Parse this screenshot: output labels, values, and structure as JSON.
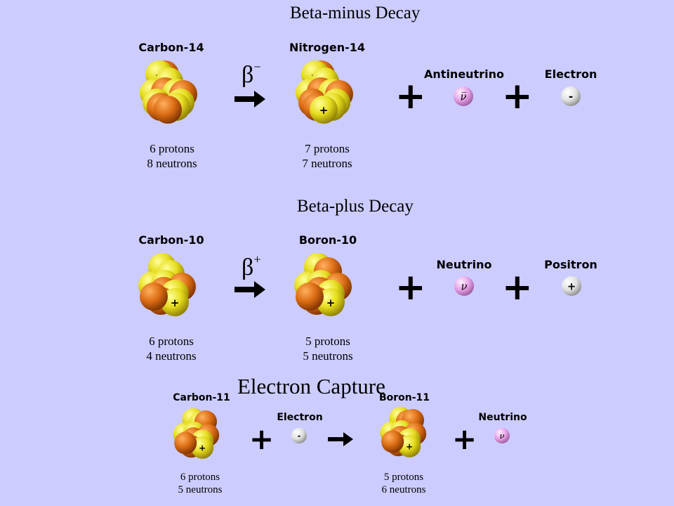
{
  "beta_minus": {
    "title": "Beta-minus Decay",
    "parent": {
      "label": "Carbon-14",
      "counts": [
        "6 protons",
        "8 neutrons"
      ]
    },
    "decay_symbol": "β",
    "decay_sign": "−",
    "daughter": {
      "label": "Nitrogen-14",
      "counts": [
        "7 protons",
        "7 neutrons"
      ]
    },
    "product1": {
      "label": "Antineutrino",
      "symbol": "ν̅"
    },
    "product2": {
      "label": "Electron",
      "symbol": "-"
    }
  },
  "beta_plus": {
    "title": "Beta-plus Decay",
    "parent": {
      "label": "Carbon-10",
      "counts": [
        "6 protons",
        "4 neutrons"
      ]
    },
    "decay_symbol": "β",
    "decay_sign": "+",
    "daughter": {
      "label": "Boron-10",
      "counts": [
        "5 protons",
        "5 neutrons"
      ]
    },
    "product1": {
      "label": "Neutrino",
      "symbol": "ν"
    },
    "product2": {
      "label": "Positron",
      "symbol": "+"
    }
  },
  "electron_capture": {
    "title": "Electron Capture",
    "parent": {
      "label": "Carbon-11",
      "counts": [
        "6 protons",
        "5 neutrons"
      ]
    },
    "reactant": {
      "label": "Electron",
      "symbol": "-"
    },
    "daughter": {
      "label": "Boron-11",
      "counts": [
        "5 protons",
        "6 neutrons"
      ]
    },
    "product": {
      "label": "Neutrino",
      "symbol": "ν"
    }
  },
  "symbols": {
    "plus": "+",
    "proton_mark": "+"
  },
  "colors": {
    "background": "#ccccff",
    "proton": "#e6dc1e",
    "neutron": "#dc6e14",
    "neutrino": "#e6a0e6",
    "electron": "#e6e6e6"
  }
}
